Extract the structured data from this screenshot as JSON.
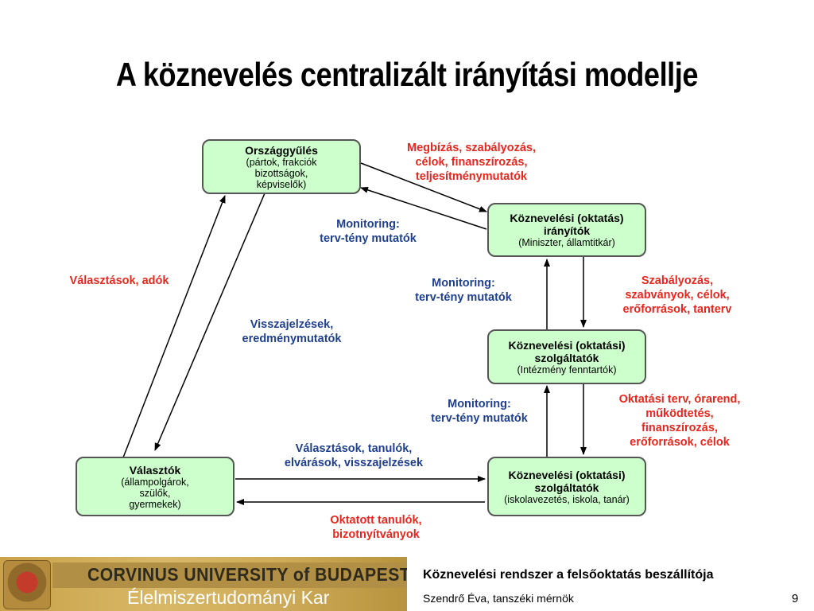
{
  "title": "A köznevelés centralizált irányítási modellje",
  "nodes": {
    "orszaggyules": {
      "title": "Országgyűlés",
      "sub": [
        "(pártok, frakciók",
        "bizottságok,",
        "képviselők)"
      ]
    },
    "iranyitok": {
      "title": "Köznevelési (oktatás)",
      "title2": "irányítók",
      "sub": [
        "(Miniszter, államtitkár)"
      ]
    },
    "szolgaltatok1": {
      "title": "Köznevelési (oktatási)",
      "title2": "szolgáltatók",
      "sub": [
        "(Intézmény fenntartók)"
      ]
    },
    "szolgaltatok2": {
      "title": "Köznevelési (oktatási)",
      "title2": "szolgáltatók",
      "sub": [
        "(iskolavezetés, iskola, tanár)"
      ]
    },
    "valasztok": {
      "title": "Választók",
      "sub": [
        "(állampolgárok,",
        "szülők,",
        "gyermekek)"
      ]
    }
  },
  "labels": {
    "megbizas": [
      "Megbízás, szabályozás,",
      "célok, finanszírozás,",
      "teljesítménymutatók"
    ],
    "monitoring1": [
      "Monitoring:",
      "terv-tény mutatók"
    ],
    "valasztasok_adok": [
      "Választások, adók"
    ],
    "monitoring2": [
      "Monitoring:",
      "terv-tény mutatók"
    ],
    "szabalyozas": [
      "Szabályozás,",
      "szabványok, célok,",
      "erőforrások,  tanterv"
    ],
    "visszajelzesek": [
      "Visszajelzések,",
      "eredménymutatók"
    ],
    "monitoring3": [
      "Monitoring:",
      "terv-tény mutatók"
    ],
    "oktatasi_terv": [
      "Oktatási terv, órarend,",
      "működtetés,",
      "finanszírozás,",
      "erőforrások,  célok"
    ],
    "valasztasok_tanulok": [
      "Választások, tanulók,",
      "elvárások, visszajelzések"
    ],
    "oktatott": [
      "Oktatott tanulók,",
      "bizotnyítványok"
    ]
  },
  "colors": {
    "red_text": "#e8261c",
    "blue_text": "#1f3f8f",
    "node_fill": "#ccffcc"
  },
  "footer": {
    "university": "CORVINUS UNIVERSITY of BUDAPEST",
    "faculty": "Élelmiszertudományi Kar",
    "line1": "Köznevelési rendszer a  felsőoktatás beszállítója",
    "line2": "Szendrő Éva, tanszéki mérnök",
    "page": "9"
  }
}
